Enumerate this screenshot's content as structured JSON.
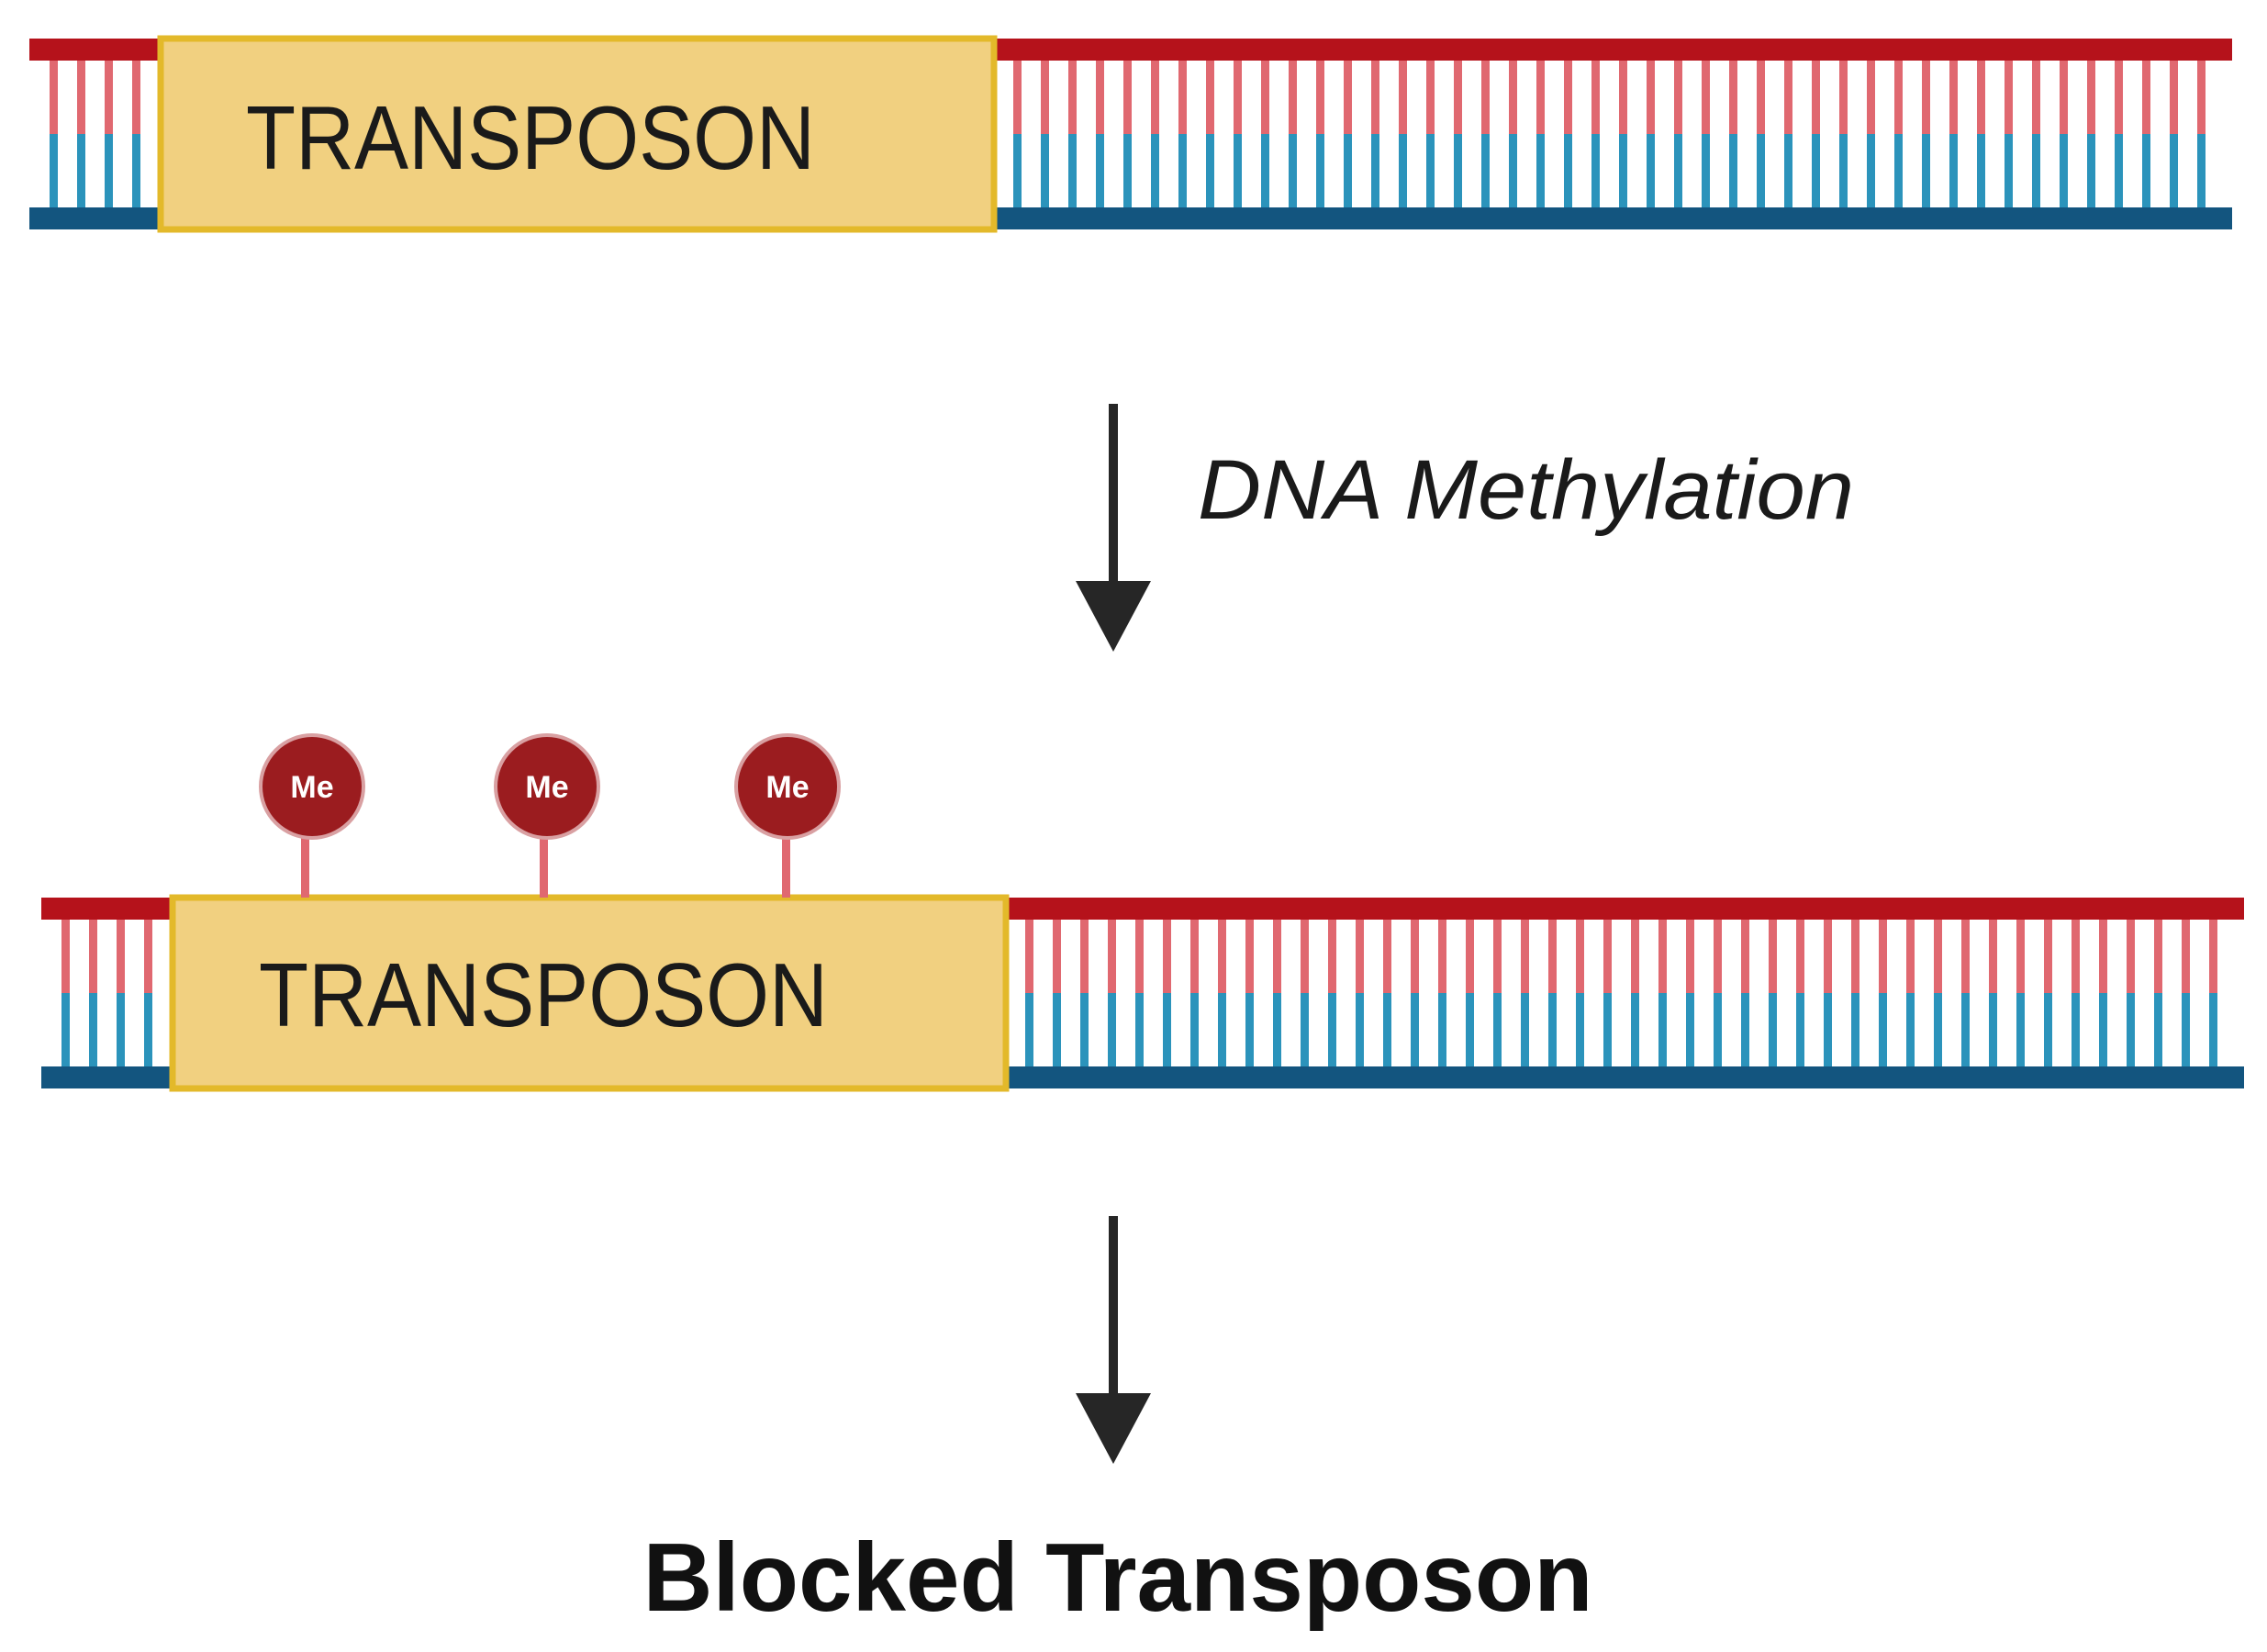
{
  "colors": {
    "top_strand": "#b5121b",
    "top_rung": "#e06870",
    "bottom_strand": "#13557f",
    "bottom_rung": "#2b93bb",
    "transposon_fill": "#f1d080",
    "transposon_border": "#e3b92a",
    "methyl_fill": "#9b1c1f",
    "methyl_stem": "#e06870",
    "arrow": "#262626"
  },
  "icons": {
    "arrow": "arrow-down-icon",
    "methyl": "methyl-group-icon"
  },
  "diagram": {
    "dna_before": {
      "transposon_label": "TRANSPOSON"
    },
    "step_1": {
      "label": "DNA Methylation"
    },
    "dna_after": {
      "transposon_label": "TRANSPOSON",
      "methyl_groups": [
        {
          "label": "Me"
        },
        {
          "label": "Me"
        },
        {
          "label": "Me"
        }
      ]
    },
    "result": {
      "label": "Blocked Transposon"
    }
  }
}
